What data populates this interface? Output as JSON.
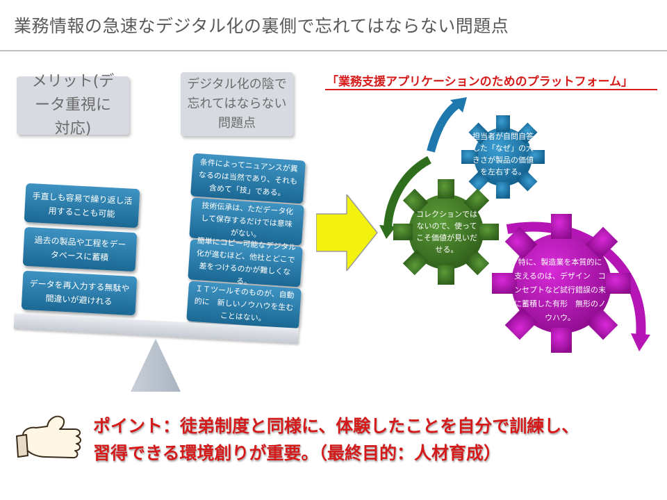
{
  "title": "業務情報の急速なデジタル化の裏側で忘れてはならない問題点",
  "labels": {
    "merit": "メリット(データ重視に対応)",
    "hidden_problems": "デジタル化の陰で忘れてはならない問題点"
  },
  "platform_heading": "「業務支援アプリケーションのためのプラットフォーム」",
  "left_boxes": [
    "手直しも容易で繰り返し活用することも可能",
    "過去の製品や工程をデータベースに蓄積",
    "データを再入力する無駄や間違いが避けれる"
  ],
  "right_boxes": [
    "条件によってニュアンスが異なるのは当然であり、それも含めて「技」である。",
    "技術伝承は、ただデータ化して保存するだけでは意味がない。",
    "簡単にコピー可能なデジタル化が進むほど、他社とどこで差をつけるのかが難しくなる。",
    "ＩＴツールそのものが、自動的に　新しいノウハウを生むことはない。"
  ],
  "gears": {
    "blue": "担当者が自問自答した「なぜ」の大きさが製品の価値を左右する。",
    "green": "コレクションではないので、使ってこそ価値が見いだせる。",
    "magenta": "特に、製造業を本質的に　支えるのは、デザイン　コンセプトなど試行錯誤の末に蓄積した有形　無形のノウハウ。"
  },
  "point_line1": "ポイント：徒弟制度と同様に、体験したことを自分で訓練し、",
  "point_line2": "習得できる環境創りが重要。（最終目的：人材育成）",
  "colors": {
    "accent_red": "#d61b1b",
    "box_blue": "#2a7db0",
    "gear_blue": "#1f7bb0",
    "gear_green": "#3f7a26",
    "gear_magenta": "#b515b5",
    "arrow_yellow": "#f2f20e"
  },
  "icons": [
    "thumbs-up-icon",
    "right-arrow-icon",
    "gear-icon"
  ]
}
